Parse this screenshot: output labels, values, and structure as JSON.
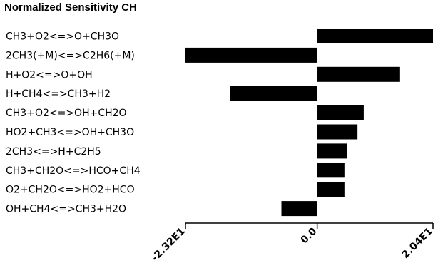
{
  "chart_data": {
    "type": "bar",
    "orientation": "horizontal",
    "title": "Normalized Sensitivity CH",
    "categories": [
      "CH3+O2<=>O+CH3O",
      "2CH3(+M)<=>C2H6(+M)",
      "H+O2<=>O+OH",
      "H+CH4<=>CH3+H2",
      "CH3+O2<=>OH+CH2O",
      "HO2+CH3<=>OH+CH3O",
      "2CH3<=>H+C2H5",
      "CH3+CH2O<=>HCO+CH4",
      "O2+CH2O<=>HO2+HCO",
      "OH+CH4<=>CH3+H2O"
    ],
    "values": [
      20.4,
      -23.2,
      14.6,
      -15.4,
      8.2,
      7.1,
      5.2,
      4.8,
      4.8,
      -6.3
    ],
    "xlim": [
      -23.2,
      20.4
    ],
    "ticks": [
      {
        "value": -23.2,
        "label": "-2.32E1"
      },
      {
        "value": 0,
        "label": "0.0"
      },
      {
        "value": 20.4,
        "label": "2.04E1"
      }
    ],
    "bar_color": "#000000",
    "grid": false,
    "legend": "none"
  }
}
